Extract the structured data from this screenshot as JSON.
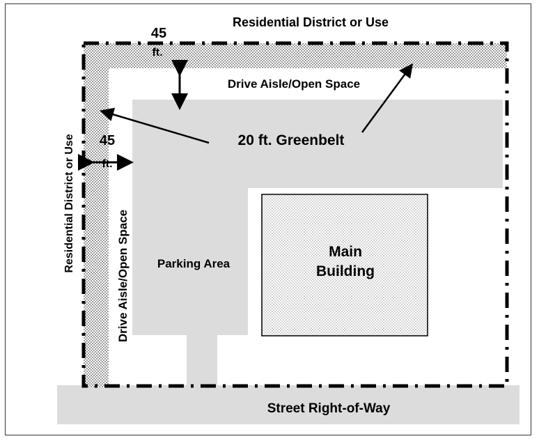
{
  "diagram": {
    "labels": {
      "top_district": "Residential District or Use",
      "left_district": "Residential District or Use",
      "drive_aisle_top": "Drive Aisle/Open Space",
      "drive_aisle_left": "Drive Aisle/Open Space",
      "greenbelt": "20 ft. Greenbelt",
      "parking": "Parking Area",
      "building_line1": "Main",
      "building_line2": "Building",
      "street": "Street Right-of-Way",
      "setback_top_value": "45",
      "setback_top_unit": "ft.",
      "setback_left_value": "45",
      "setback_left_unit": "ft."
    },
    "colors": {
      "paving": "#dcdcdc",
      "greenbelt_dots": "#555555",
      "outline": "#000000"
    }
  }
}
